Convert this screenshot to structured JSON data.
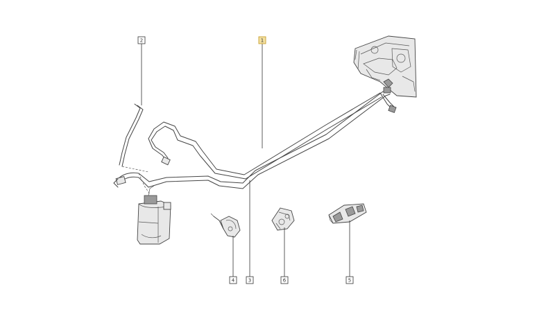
{
  "diagram": {
    "callouts": [
      {
        "id": "callout-1",
        "label": "1",
        "highlighted": true
      },
      {
        "id": "callout-2",
        "label": "2",
        "highlighted": false
      },
      {
        "id": "callout-3",
        "label": "3",
        "highlighted": false
      },
      {
        "id": "callout-4",
        "label": "4",
        "highlighted": false
      },
      {
        "id": "callout-5",
        "label": "5",
        "highlighted": false
      },
      {
        "id": "callout-6",
        "label": "6",
        "highlighted": false
      }
    ],
    "colors": {
      "highlight_fill": "#f3e0a0",
      "highlight_stroke": "#c9a030",
      "line": "#444444",
      "background": "#ffffff"
    }
  }
}
